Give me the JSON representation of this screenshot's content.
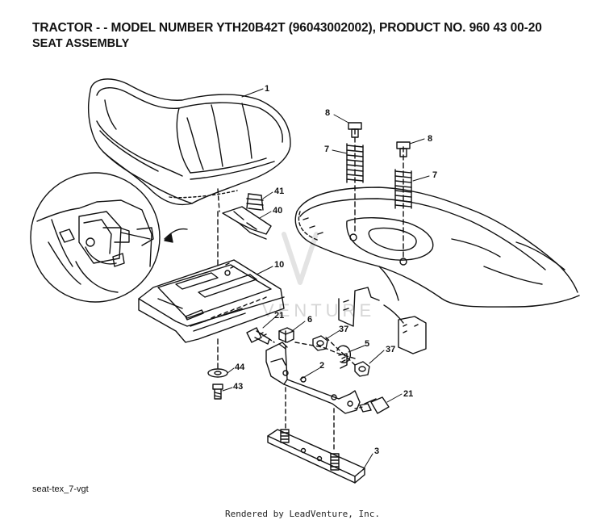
{
  "header": {
    "title": "TRACTOR - - MODEL NUMBER YTH20B42T (96043002002), PRODUCT NO. 960 43 00-20",
    "subtitle": "SEAT ASSEMBLY"
  },
  "callouts": {
    "c1": "1",
    "c2": "2",
    "c3": "3",
    "c5": "5",
    "c6": "6",
    "c7a": "7",
    "c7b": "7",
    "c8a": "8",
    "c8b": "8",
    "c10": "10",
    "c21a": "21",
    "c21b": "21",
    "c37a": "37",
    "c37b": "37",
    "c40": "40",
    "c41": "41",
    "c43": "43",
    "c44": "44"
  },
  "watermark": {
    "text": "VENTURE"
  },
  "drawing_id": "seat-tex_7-vgt",
  "footer": "Rendered by LeadVenture, Inc."
}
